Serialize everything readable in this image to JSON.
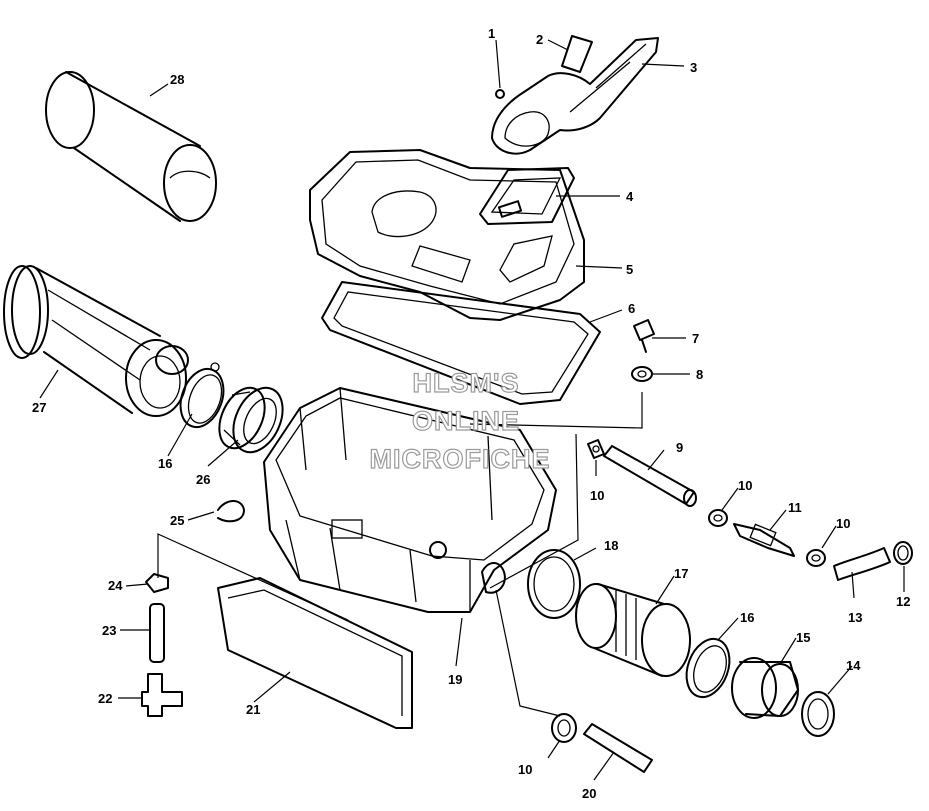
{
  "watermark": {
    "line1": "HLSM'S",
    "line2": "ONLINE",
    "line3": "MICROFICHE"
  },
  "callouts": {
    "c1": "1",
    "c2": "2",
    "c3": "3",
    "c4": "4",
    "c5": "5",
    "c6": "6",
    "c7": "7",
    "c8": "8",
    "c9": "9",
    "c10a": "10",
    "c10b": "10",
    "c10c": "10",
    "c10d": "10",
    "c11": "11",
    "c12": "12",
    "c13": "13",
    "c14": "14",
    "c15": "15",
    "c16a": "16",
    "c16b": "16",
    "c17": "17",
    "c18": "18",
    "c19": "19",
    "c20": "20",
    "c21": "21",
    "c22": "22",
    "c23": "23",
    "c24": "24",
    "c25": "25",
    "c26": "26",
    "c27": "27",
    "c28": "28"
  }
}
